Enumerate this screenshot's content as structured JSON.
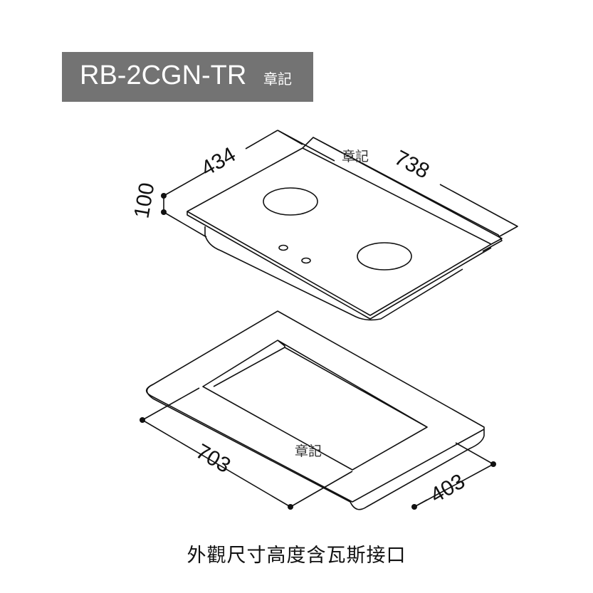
{
  "header": {
    "model": "RB-2CGN-TR",
    "brand": "章記"
  },
  "watermarks": [
    "章記",
    "章記"
  ],
  "dimensions": {
    "hob_depth": "434",
    "hob_width": "738",
    "hob_height": "100",
    "cutout_width": "703",
    "cutout_depth": "403"
  },
  "caption": "外觀尺寸高度含瓦斯接口"
}
